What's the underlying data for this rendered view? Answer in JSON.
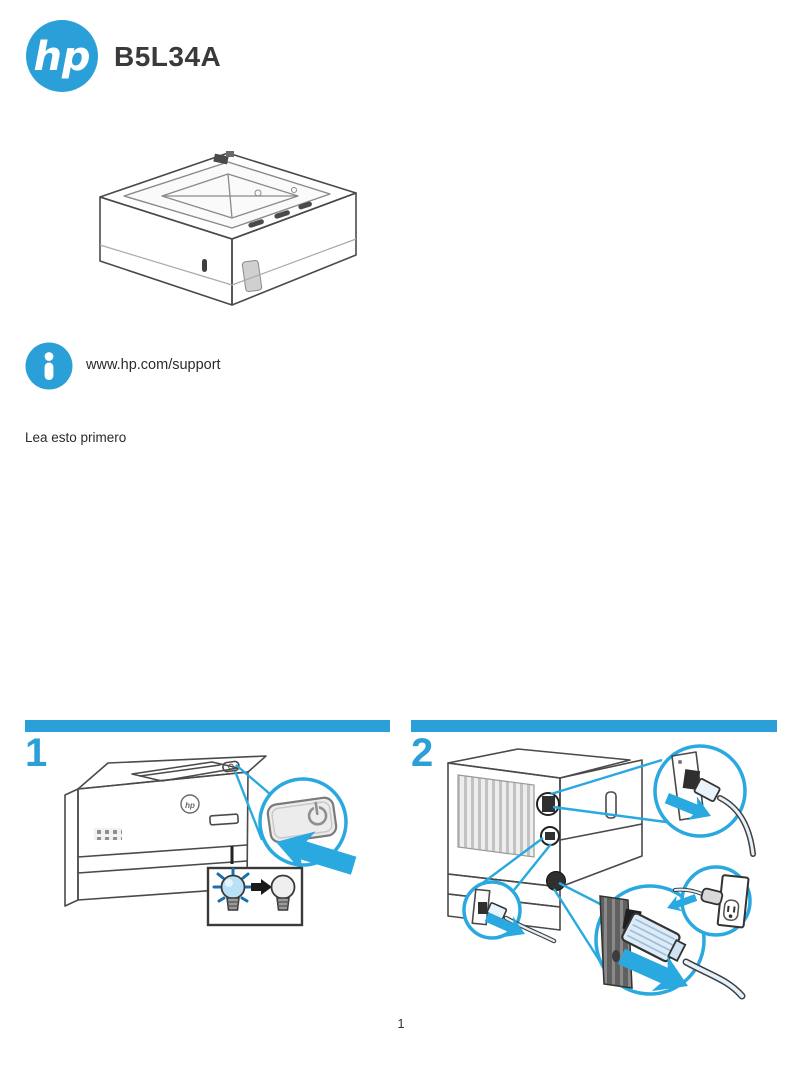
{
  "header": {
    "brand": "hp",
    "product_code": "B5L34A"
  },
  "info": {
    "support_url": "www.hp.com/support"
  },
  "notice": "Lea esto primero",
  "steps": [
    {
      "number": "1"
    },
    {
      "number": "2"
    }
  ],
  "footer": {
    "page_number": "1"
  },
  "colors": {
    "hp_blue": "#2a9fd8",
    "callout_blue": "#29a9e0",
    "line_gray": "#4a4a4a"
  },
  "icons": {
    "hp_logo": "hp letters in blue circle",
    "info": "i in blue circle",
    "power": "⏻",
    "bulb_on": "light bulb glowing",
    "bulb_off": "light bulb off",
    "pull_arrow": "➜"
  }
}
